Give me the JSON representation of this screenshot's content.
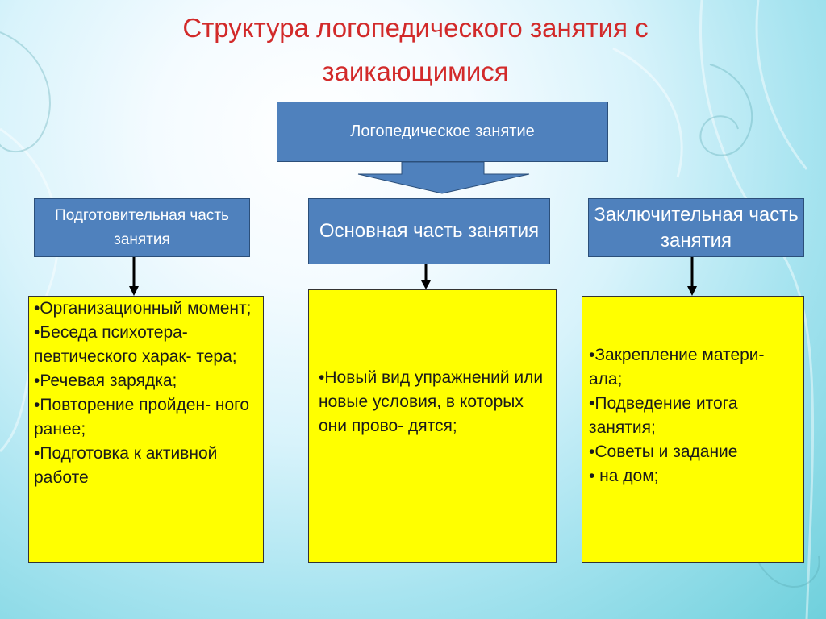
{
  "title": "Структура логопедического занятия с заикающимися",
  "root": {
    "label": "Логопедическое занятие"
  },
  "parts": [
    {
      "header": "Подготовительная часть занятия",
      "items": [
        "•Организационный момент;",
        "•Беседа психотера- певтического харак- тера;",
        "•Речевая зарядка;",
        "•Повторение пройден- ного ранее;",
        "•Подготовка к активной работе"
      ]
    },
    {
      "header": "Основная часть занятия",
      "items": [
        "•Новый вид упражнений или новые условия, в которых они прово- дятся;"
      ]
    },
    {
      "header": "Заключительная часть занятия",
      "items": [
        "•Закрепление матери- ала;",
        "•Подведение итога занятия;",
        "•Советы и задание",
        "• на дом;"
      ]
    }
  ],
  "colors": {
    "title": "#d22a2a",
    "header_fill": "#4f81bd",
    "content_fill": "#ffff00",
    "arrow": "#000000"
  }
}
